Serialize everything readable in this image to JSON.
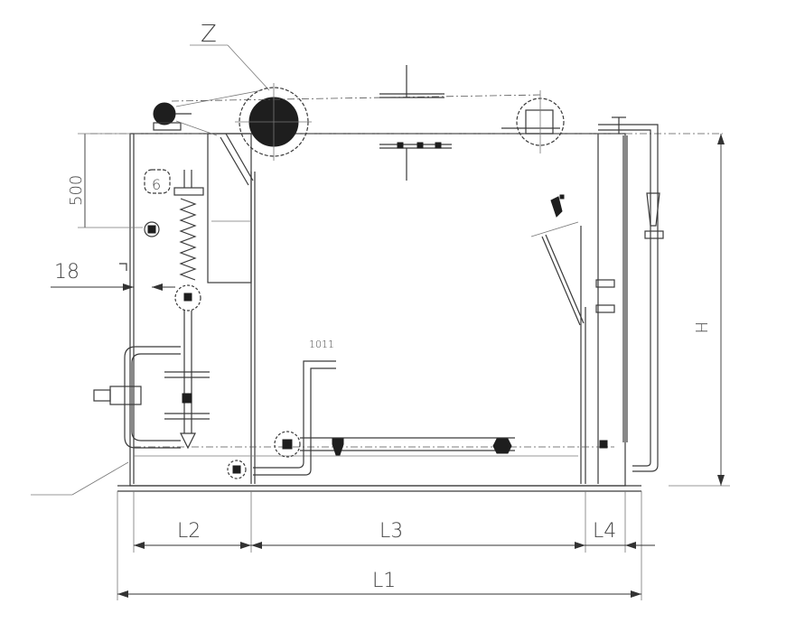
{
  "labels": {
    "z": "Z",
    "height_top": "500",
    "height_total": "H",
    "l1": "L1",
    "l2": "L2",
    "l3": "L3",
    "l4": "L4",
    "small_mark": "18",
    "pipe_mark": "1011",
    "bolt_mark": "6"
  },
  "colors": {
    "line": "#3a3a3a",
    "fill": "#1e1e1e",
    "background": "#ffffff"
  }
}
